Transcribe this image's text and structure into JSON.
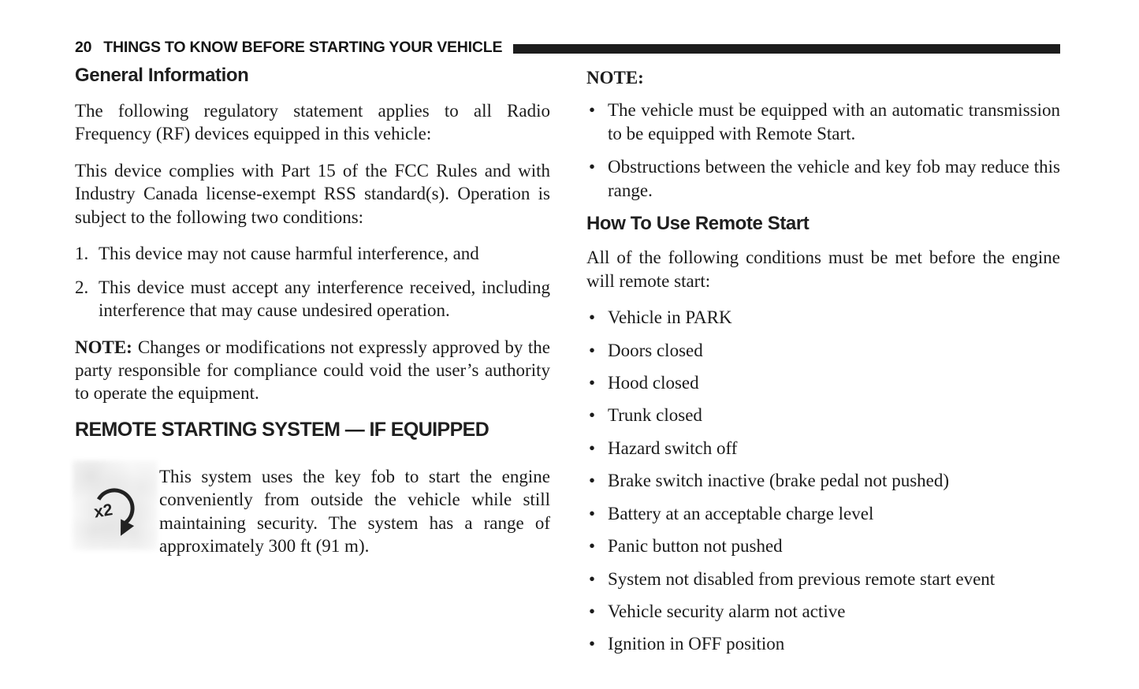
{
  "header": {
    "page_number": "20",
    "title": "THINGS TO KNOW BEFORE STARTING YOUR VEHICLE"
  },
  "left": {
    "general_info_heading": "General Information",
    "para1": "The following regulatory statement applies to all Radio Frequency (RF) devices equipped in this vehicle:",
    "para2": "This device complies with Part 15 of the FCC Rules and with Industry Canada license-exempt RSS standard(s). Operation is subject to the following two conditions:",
    "numbered_items": [
      {
        "num": "1.",
        "text": "This device may not cause harmful interference, and"
      },
      {
        "num": "2.",
        "text": "This device must accept any interference received, including interference that may cause undesired operation."
      }
    ],
    "note_label": "NOTE:",
    "note_text": "Changes or modifications not expressly approved by the party responsible for compliance could void the user’s authority to operate the equipment.",
    "remote_heading": "REMOTE STARTING SYSTEM — IF EQUIPPED",
    "remote_icon_label": "x2",
    "remote_para": "This system uses the key fob to start the engine conveniently from outside the vehicle while still maintaining security. The system has a range of approximately 300 ft (91 m)."
  },
  "right": {
    "note_label": "NOTE:",
    "note_bullets": [
      "The vehicle must be equipped with an automatic transmission to be equipped with Remote Start.",
      "Obstructions between the vehicle and key fob may reduce this range."
    ],
    "how_to_heading": "How To Use Remote Start",
    "intro": "All of the following conditions must be met before the engine will remote start:",
    "conditions": [
      "Vehicle in PARK",
      "Doors closed",
      "Hood closed",
      "Trunk closed",
      "Hazard switch off",
      "Brake switch inactive (brake pedal not pushed)",
      "Battery at an acceptable charge level",
      "Panic button not pushed",
      "System not disabled from previous remote start event",
      "Vehicle security alarm not active",
      "Ignition in OFF position"
    ]
  },
  "colors": {
    "ink": "#1b1b1b",
    "paper": "#ffffff",
    "header_bar": "#1d1d1d"
  }
}
